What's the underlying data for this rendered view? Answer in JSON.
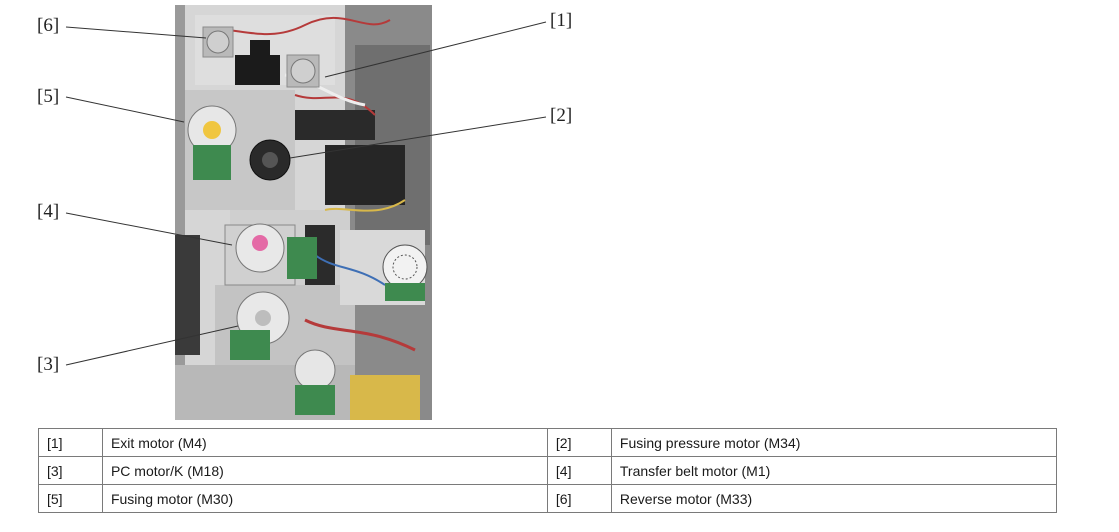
{
  "figure": {
    "callouts": [
      "[1]",
      "[2]",
      "[3]",
      "[4]",
      "[5]",
      "[6]"
    ]
  },
  "legend": {
    "rows": [
      [
        {
          "num": "[1]",
          "label": "Exit motor (M4)"
        },
        {
          "num": "[2]",
          "label": "Fusing pressure motor (M34)"
        }
      ],
      [
        {
          "num": "[3]",
          "label": "PC motor/K (M18)"
        },
        {
          "num": "[4]",
          "label": "Transfer belt motor (M1)"
        }
      ],
      [
        {
          "num": "[5]",
          "label": "Fusing motor (M30)"
        },
        {
          "num": "[6]",
          "label": "Reverse motor (M33)"
        }
      ]
    ]
  },
  "colors": {
    "chassis": "#c9c9c9",
    "pcb_green": "#3e8a4f",
    "harness_red": "#b53a3a",
    "harness_blue": "#3e6fb5",
    "yellow_board": "#d8b84a"
  }
}
